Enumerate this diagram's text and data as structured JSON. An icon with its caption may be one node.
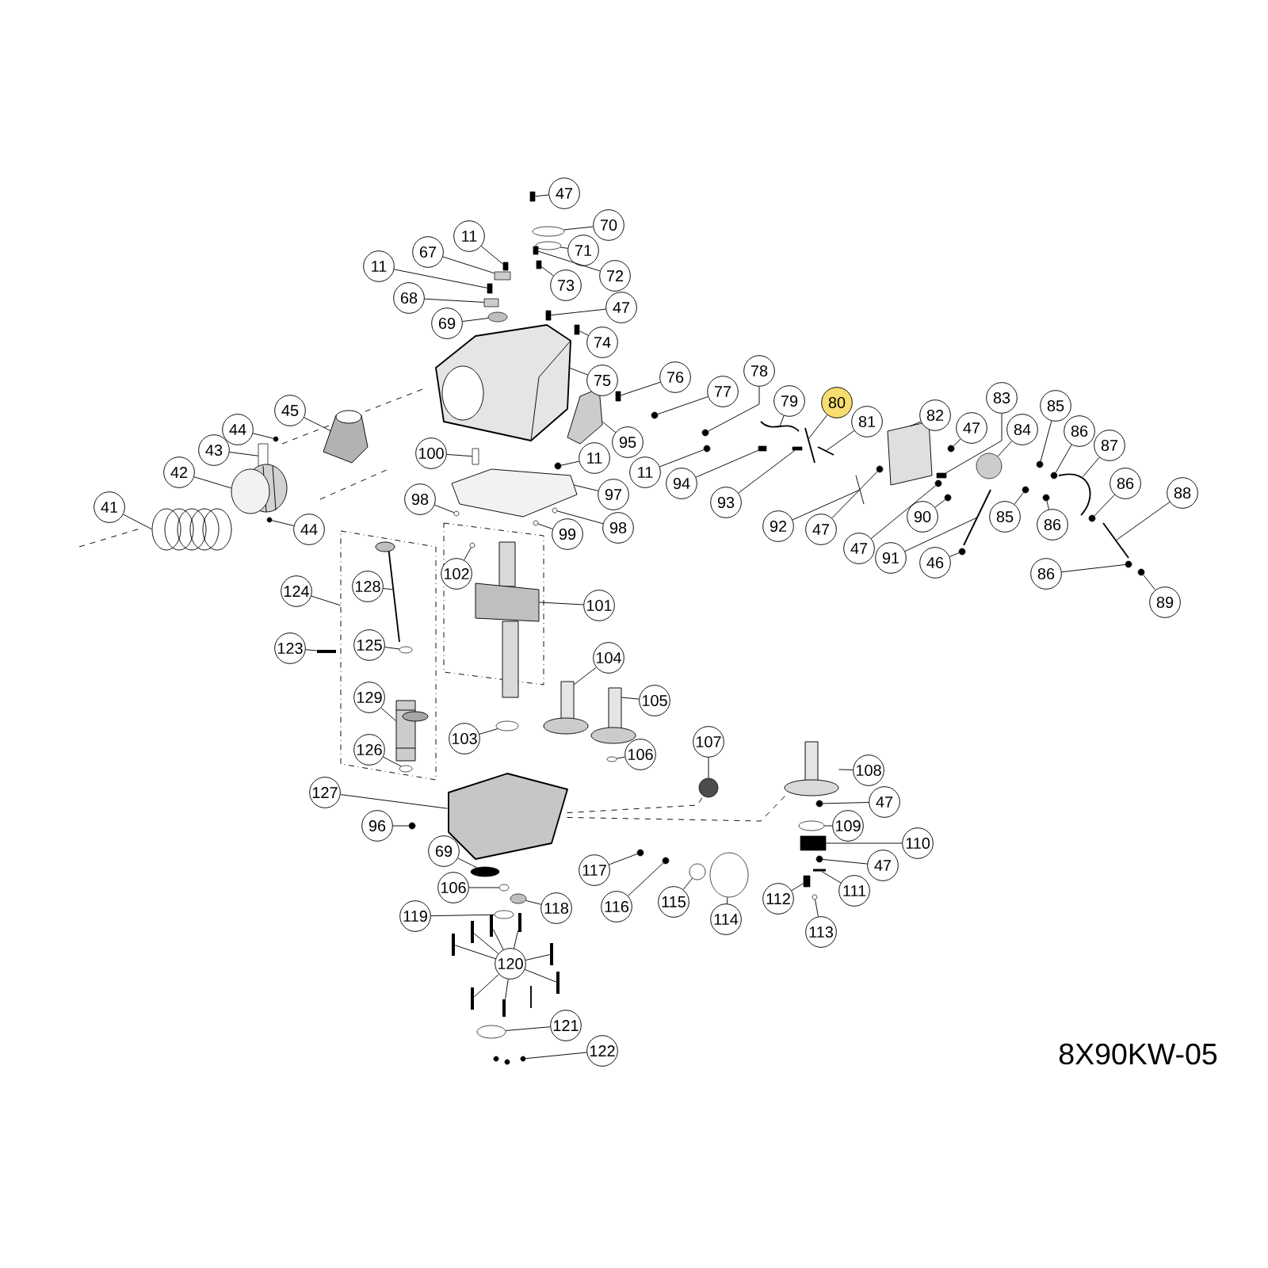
{
  "diagram": {
    "nodes": [
      {
        "text": [],
        "shape": "box"
      },
      {
        "text": [],
        "shape": "ring"
      },
      {
        "text": [],
        "shape": "ring"
      },
      {
        "text": [],
        "shape": "box"
      },
      {
        "text": [],
        "shape": "box"
      },
      {
        "text": [],
        "shape": "box"
      },
      {
        "text": [],
        "shape": "box"
      },
      {
        "text": [],
        "shape": "box"
      },
      {
        "text": [],
        "shape": "box"
      },
      {
        "text": [],
        "shape": "box"
      },
      {
        "text": [],
        "shape": "ring"
      },
      {
        "text": [],
        "shape": "box"
      },
      {
        "text": [],
        "shape": "picture"
      },
      {
        "text": [],
        "shape": "box"
      },
      {
        "text": [],
        "shape": "circle"
      },
      {
        "text": [],
        "shape": "circle"
      },
      {
        "text": [],
        "shape": "picture"
      },
      {
        "text": [],
        "shape": "picture"
      },
      {
        "text": [],
        "shape": "picture"
      },
      {
        "text": [],
        "shape": "picture"
      },
      {
        "text": [],
        "shape": "circle"
      },
      {
        "text": [],
        "shape": "box"
      },
      {
        "text": [],
        "shape": "circle"
      },
      {
        "text": [],
        "shape": "circle"
      },
      {
        "text": [],
        "shape": "circle"
      },
      {
        "text": [],
        "shape": "picture"
      },
      {
        "text": [],
        "shape": "circle"
      },
      {
        "text": [],
        "shape": "picture"
      },
      {
        "text": [],
        "shape": "circle"
      },
      {
        "text": [],
        "shape": "circle"
      },
      {
        "text": [],
        "shape": "circle"
      },
      {
        "text": [],
        "shape": "circle"
      },
      {
        "text": [],
        "shape": "picture"
      },
      {
        "text": [],
        "shape": "circle"
      },
      {
        "text": [],
        "shape": "box"
      },
      {
        "text": [],
        "shape": "picture"
      },
      {
        "text": [],
        "shape": "picture"
      },
      {
        "text": [],
        "shape": "circle"
      },
      {
        "text": [],
        "shape": "box"
      },
      {
        "text": [],
        "shape": "circle"
      },
      {
        "text": [],
        "shape": "picture"
      },
      {
        "text": [],
        "shape": "circle"
      },
      {
        "text": [],
        "shape": "box"
      },
      {
        "text": [],
        "shape": "box"
      },
      {
        "text": [],
        "shape": "picture"
      },
      {
        "text": [],
        "shape": "circle"
      },
      {
        "text": [],
        "shape": "circle"
      },
      {
        "text": [],
        "shape": "circle"
      },
      {
        "text": [],
        "shape": "picture"
      },
      {
        "text": [],
        "shape": "circle"
      },
      {
        "text": [],
        "shape": "picture"
      },
      {
        "text": [],
        "shape": "circle"
      },
      {
        "text": [],
        "shape": "circle"
      },
      {
        "text": [],
        "shape": "circle"
      },
      {
        "text": [],
        "shape": "box"
      },
      {
        "text": [],
        "shape": "picture",
        "in": 54
      },
      {
        "text": [],
        "shape": "circle"
      },
      {
        "text": [],
        "shape": "picture"
      },
      {
        "text": [],
        "shape": "bar"
      },
      {
        "text": [],
        "shape": "ring",
        "in": 54
      },
      {
        "text": [],
        "shape": "picture"
      },
      {
        "text": [],
        "shape": "picture"
      },
      {
        "text": [],
        "shape": "picture",
        "in": 54
      },
      {
        "text": [],
        "shape": "ring"
      },
      {
        "text": [],
        "shape": "ring"
      },
      {
        "text": [],
        "shape": "ring",
        "in": 54
      },
      {
        "text": [],
        "shape": "circle"
      },
      {
        "text": [],
        "shape": "picture"
      },
      {
        "text": [],
        "shape": "picture"
      },
      {
        "text": [],
        "shape": "circle"
      },
      {
        "text": [],
        "shape": "circle"
      },
      {
        "text": [],
        "shape": "ring"
      },
      {
        "text": [],
        "shape": "box"
      },
      {
        "text": [],
        "shape": "circle"
      },
      {
        "text": [],
        "shape": "bar"
      },
      {
        "text": [],
        "shape": "box"
      },
      {
        "text": [],
        "shape": "ring"
      },
      {
        "text": [],
        "shape": "ring"
      },
      {
        "text": [],
        "shape": "ring"
      },
      {
        "text": [],
        "shape": "circle"
      },
      {
        "text": [],
        "shape": "circle"
      },
      {
        "text": [],
        "shape": "ring"
      },
      {
        "text": [],
        "shape": "ring"
      },
      {
        "text": [],
        "shape": "ring"
      },
      {
        "text": [],
        "shape": "ring"
      },
      {
        "text": [],
        "shape": "bar"
      },
      {
        "text": [],
        "shape": "bar"
      },
      {
        "text": [],
        "shape": "bar"
      },
      {
        "text": [],
        "shape": "bar"
      },
      {
        "text": [],
        "shape": "bar"
      },
      {
        "text": [],
        "shape": "bar"
      },
      {
        "text": [],
        "shape": "bar"
      },
      {
        "text": [],
        "shape": "bar"
      },
      {
        "text": [],
        "shape": "ring"
      },
      {
        "text": [],
        "shape": "picture"
      },
      {
        "text": [
          "47"
        ]
      },
      {
        "text": [
          "70"
        ]
      },
      {
        "text": [
          "71"
        ]
      },
      {
        "text": [
          "72"
        ]
      },
      {
        "text": [
          "73"
        ]
      },
      {
        "text": [
          "11"
        ]
      },
      {
        "text": [
          "67"
        ]
      },
      {
        "text": [
          "11"
        ]
      },
      {
        "text": [
          "68"
        ]
      },
      {
        "text": [
          "47"
        ]
      },
      {
        "text": [
          "69"
        ]
      },
      {
        "text": [
          "74"
        ]
      },
      {
        "text": [
          "75"
        ]
      },
      {
        "text": [
          "76"
        ]
      },
      {
        "text": [
          "77"
        ]
      },
      {
        "text": [
          "78"
        ]
      },
      {
        "text": [
          "79"
        ]
      },
      {
        "text": [
          "80"
        ]
      },
      {
        "text": [
          "81"
        ]
      },
      {
        "text": [
          "82"
        ]
      },
      {
        "text": [
          "47"
        ]
      },
      {
        "text": [
          "83"
        ]
      },
      {
        "text": [
          "84"
        ]
      },
      {
        "text": [
          "85"
        ]
      },
      {
        "text": [
          "86"
        ]
      },
      {
        "text": [
          "87"
        ]
      },
      {
        "text": [
          "86"
        ]
      },
      {
        "text": [
          "88"
        ]
      },
      {
        "text": [
          "85"
        ]
      },
      {
        "text": [
          "86"
        ]
      },
      {
        "text": [
          "86"
        ]
      },
      {
        "text": [
          "89"
        ]
      },
      {
        "text": [
          "45"
        ]
      },
      {
        "text": [
          "44"
        ]
      },
      {
        "text": [
          "43"
        ]
      },
      {
        "text": [
          "42"
        ]
      },
      {
        "text": [
          "41"
        ]
      },
      {
        "text": [
          "44"
        ]
      },
      {
        "text": [
          "100"
        ]
      },
      {
        "text": [
          "11"
        ]
      },
      {
        "text": [
          "95"
        ]
      },
      {
        "text": [
          "11"
        ]
      },
      {
        "text": [
          "94"
        ]
      },
      {
        "text": [
          "93"
        ]
      },
      {
        "text": [
          "92"
        ]
      },
      {
        "text": [
          "47"
        ]
      },
      {
        "text": [
          "47"
        ]
      },
      {
        "text": [
          "90"
        ]
      },
      {
        "text": [
          "91"
        ]
      },
      {
        "text": [
          "46"
        ]
      },
      {
        "text": [
          "97"
        ]
      },
      {
        "text": [
          "98"
        ]
      },
      {
        "text": [
          "98"
        ]
      },
      {
        "text": [
          "99"
        ]
      },
      {
        "text": [
          "124"
        ]
      },
      {
        "text": [
          "128"
        ],
        "in": 54
      },
      {
        "text": [
          "102"
        ]
      },
      {
        "text": [
          "101"
        ]
      },
      {
        "text": [
          "123"
        ]
      },
      {
        "text": [
          "125"
        ],
        "in": 54
      },
      {
        "text": [
          "104"
        ]
      },
      {
        "text": [
          "105"
        ]
      },
      {
        "text": [
          "129"
        ],
        "in": 54
      },
      {
        "text": [
          "103"
        ]
      },
      {
        "text": [
          "106"
        ]
      },
      {
        "text": [
          "126"
        ],
        "in": 54
      },
      {
        "text": [
          "107"
        ]
      },
      {
        "text": [
          "108"
        ]
      },
      {
        "text": [
          "127"
        ]
      },
      {
        "text": [
          "96"
        ]
      },
      {
        "text": [
          "47"
        ]
      },
      {
        "text": [
          "109"
        ]
      },
      {
        "text": [
          "110"
        ]
      },
      {
        "text": [
          "47"
        ]
      },
      {
        "text": [
          "111"
        ]
      },
      {
        "text": [
          "112"
        ]
      },
      {
        "text": [
          "113"
        ]
      },
      {
        "text": [
          "114"
        ]
      },
      {
        "text": [
          "115"
        ]
      },
      {
        "text": [
          "116"
        ]
      },
      {
        "text": [
          "117"
        ]
      },
      {
        "text": [
          "69"
        ]
      },
      {
        "text": [
          "106"
        ]
      },
      {
        "text": [
          "118"
        ]
      },
      {
        "text": [
          "119"
        ]
      },
      {
        "text": [
          "120"
        ]
      },
      {
        "text": [
          "121"
        ]
      },
      {
        "text": [
          "122"
        ]
      }
    ],
    "edges": [
      {
        "from": 95,
        "to": 0,
        "arrow": "none"
      },
      {
        "from": 96,
        "to": 1,
        "arrow": "none"
      },
      {
        "from": 97,
        "to": 2,
        "arrow": "none"
      },
      {
        "from": 98,
        "to": 3,
        "arrow": "none"
      },
      {
        "from": 99,
        "to": 4,
        "arrow": "none"
      },
      {
        "from": 100,
        "to": 5,
        "arrow": "none"
      },
      {
        "from": 101,
        "to": 6,
        "arrow": "none"
      },
      {
        "from": 102,
        "to": 7,
        "arrow": "none"
      },
      {
        "from": 103,
        "to": 8,
        "arrow": "none"
      },
      {
        "from": 104,
        "to": 9,
        "arrow": "none"
      },
      {
        "from": 105,
        "to": 10,
        "arrow": "none"
      },
      {
        "from": 106,
        "to": 11,
        "arrow": "none"
      },
      {
        "from": 107,
        "to": 12,
        "arrow": "none"
      },
      {
        "from": 108,
        "to": 13,
        "arrow": "none"
      },
      {
        "from": 109,
        "to": 14,
        "arrow": "none"
      },
      {
        "from": 110,
        "to": 15,
        "arrow": "none"
      },
      {
        "from": 111,
        "to": 16,
        "arrow": "none"
      },
      {
        "from": 112,
        "to": 17,
        "arrow": "none"
      },
      {
        "from": 113,
        "to": 18,
        "arrow": "none"
      },
      {
        "from": 114,
        "to": 19,
        "arrow": "none"
      },
      {
        "from": 115,
        "to": 20,
        "arrow": "none"
      },
      {
        "from": 116,
        "to": 21,
        "arrow": "none"
      },
      {
        "from": 117,
        "to": 22,
        "arrow": "none"
      },
      {
        "from": 118,
        "to": 23,
        "arrow": "none"
      },
      {
        "from": 119,
        "to": 24,
        "arrow": "none"
      },
      {
        "from": 120,
        "to": 25,
        "arrow": "none"
      },
      {
        "from": 121,
        "to": 26,
        "arrow": "none"
      },
      {
        "from": 122,
        "to": 27,
        "arrow": "none"
      },
      {
        "from": 123,
        "to": 28,
        "arrow": "none"
      },
      {
        "from": 124,
        "to": 29,
        "arrow": "none"
      },
      {
        "from": 125,
        "to": 30,
        "arrow": "none"
      },
      {
        "from": 126,
        "to": 31,
        "arrow": "none"
      },
      {
        "from": 127,
        "to": 32,
        "arrow": "none"
      },
      {
        "from": 128,
        "to": 33,
        "arrow": "none"
      },
      {
        "from": 129,
        "to": 34,
        "arrow": "none"
      },
      {
        "from": 130,
        "to": 35,
        "arrow": "none"
      },
      {
        "from": 131,
        "to": 36,
        "arrow": "none"
      },
      {
        "from": 132,
        "to": 37,
        "arrow": "none"
      },
      {
        "from": 133,
        "to": 38,
        "arrow": "none"
      },
      {
        "from": 134,
        "to": 39,
        "arrow": "none"
      },
      {
        "from": 135,
        "to": 40,
        "arrow": "none"
      },
      {
        "from": 136,
        "to": 41,
        "arrow": "none"
      },
      {
        "from": 137,
        "to": 42,
        "arrow": "none"
      },
      {
        "from": 138,
        "to": 43,
        "arrow": "none"
      },
      {
        "from": 139,
        "to": 44,
        "arrow": "none"
      },
      {
        "from": 140,
        "to": 45,
        "arrow": "none"
      },
      {
        "from": 141,
        "to": 46,
        "arrow": "none"
      },
      {
        "from": 142,
        "to": 47,
        "arrow": "none"
      },
      {
        "from": 143,
        "to": 48,
        "arrow": "none"
      },
      {
        "from": 144,
        "to": 49,
        "arrow": "none"
      },
      {
        "from": 145,
        "to": 50,
        "arrow": "none"
      },
      {
        "from": 146,
        "to": 51,
        "arrow": "none"
      },
      {
        "from": 147,
        "to": 52,
        "arrow": "none"
      },
      {
        "from": 148,
        "to": 53,
        "arrow": "none"
      },
      {
        "from": 149,
        "to": 54,
        "arrow": "none"
      },
      {
        "from": 150,
        "to": 55,
        "arrow": "none"
      },
      {
        "from": 151,
        "to": 56,
        "arrow": "none"
      },
      {
        "from": 152,
        "to": 57,
        "arrow": "none"
      },
      {
        "from": 153,
        "to": 58,
        "arrow": "none"
      },
      {
        "from": 154,
        "to": 59,
        "arrow": "none"
      },
      {
        "from": 155,
        "to": 60,
        "arrow": "none"
      },
      {
        "from": 156,
        "to": 61,
        "arrow": "none"
      },
      {
        "from": 157,
        "to": 62,
        "arrow": "none"
      },
      {
        "from": 158,
        "to": 63,
        "arrow": "none"
      },
      {
        "from": 159,
        "to": 64,
        "arrow": "none"
      },
      {
        "from": 160,
        "to": 65,
        "arrow": "none"
      },
      {
        "from": 161,
        "to": 66,
        "arrow": "none"
      },
      {
        "from": 162,
        "to": 67,
        "arrow": "none"
      },
      {
        "from": 163,
        "to": 68,
        "arrow": "none"
      },
      {
        "from": 164,
        "to": 69,
        "arrow": "none"
      },
      {
        "from": 165,
        "to": 70,
        "arrow": "none"
      },
      {
        "from": 166,
        "to": 71,
        "arrow": "none"
      },
      {
        "from": 167,
        "to": 72,
        "arrow": "none"
      },
      {
        "from": 168,
        "to": 73,
        "arrow": "none"
      },
      {
        "from": 169,
        "to": 74,
        "arrow": "none"
      },
      {
        "from": 170,
        "to": 75,
        "arrow": "none"
      },
      {
        "from": 171,
        "to": 76,
        "arrow": "none"
      },
      {
        "from": 172,
        "to": 77,
        "arrow": "none"
      },
      {
        "from": 173,
        "to": 78,
        "arrow": "none"
      },
      {
        "from": 174,
        "to": 79,
        "arrow": "none"
      },
      {
        "from": 175,
        "to": 80,
        "arrow": "none"
      },
      {
        "from": 176,
        "to": 81,
        "arrow": "none"
      },
      {
        "from": 177,
        "to": 82,
        "arrow": "none"
      },
      {
        "from": 178,
        "to": 83,
        "arrow": "none"
      },
      {
        "from": 179,
        "to": 84,
        "arrow": "none"
      },
      {
        "from": 180,
        "to": 85,
        "arrow": "none"
      },
      {
        "from": 180,
        "to": 86,
        "arrow": "none"
      },
      {
        "from": 180,
        "to": 87,
        "arrow": "none"
      },
      {
        "from": 180,
        "to": 88,
        "arrow": "none"
      },
      {
        "from": 180,
        "to": 89,
        "arrow": "none"
      },
      {
        "from": 180,
        "to": 90,
        "arrow": "none"
      },
      {
        "from": 180,
        "to": 91,
        "arrow": "none"
      },
      {
        "from": 180,
        "to": 92,
        "arrow": "none"
      },
      {
        "from": 181,
        "to": 93,
        "arrow": "none"
      },
      {
        "from": 182,
        "to": 94,
        "arrow": "none"
      },
      {
        "from": 68,
        "to": 66,
        "arrow": "none",
        "style": "dashed"
      },
      {
        "from": 68,
        "to": 67,
        "arrow": "none",
        "style": "dashed"
      }
    ],
    "labels": [
      "8X90KW-05"
    ]
  }
}
